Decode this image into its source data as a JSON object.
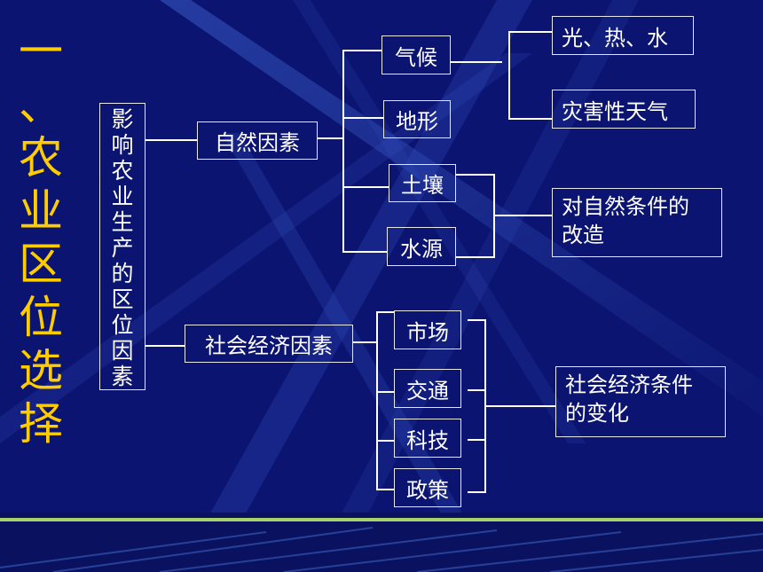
{
  "title_chars": [
    "一",
    "、",
    "农",
    "业",
    "区",
    "位",
    "选",
    "择"
  ],
  "root_chars": [
    "影",
    "响",
    "农",
    "业",
    "生",
    "产",
    "的",
    "区",
    "位",
    "因",
    "素"
  ],
  "natural": {
    "label": "自然因素",
    "items": [
      "气候",
      "地形",
      "土壤",
      "水源"
    ],
    "climate_effects": [
      "光、热、水",
      "灾害性天气"
    ],
    "modify_lines": [
      "对自然条件的",
      "改造"
    ]
  },
  "social": {
    "label": "社会经济因素",
    "items": [
      "市场",
      "交通",
      "科技",
      "政策"
    ],
    "change_lines": [
      "社会经济条件",
      "的变化"
    ]
  },
  "colors": {
    "background": "#0b1470",
    "title": "#ffcc00",
    "line": "#ffffff",
    "footer_accent": "#a8d36a"
  }
}
